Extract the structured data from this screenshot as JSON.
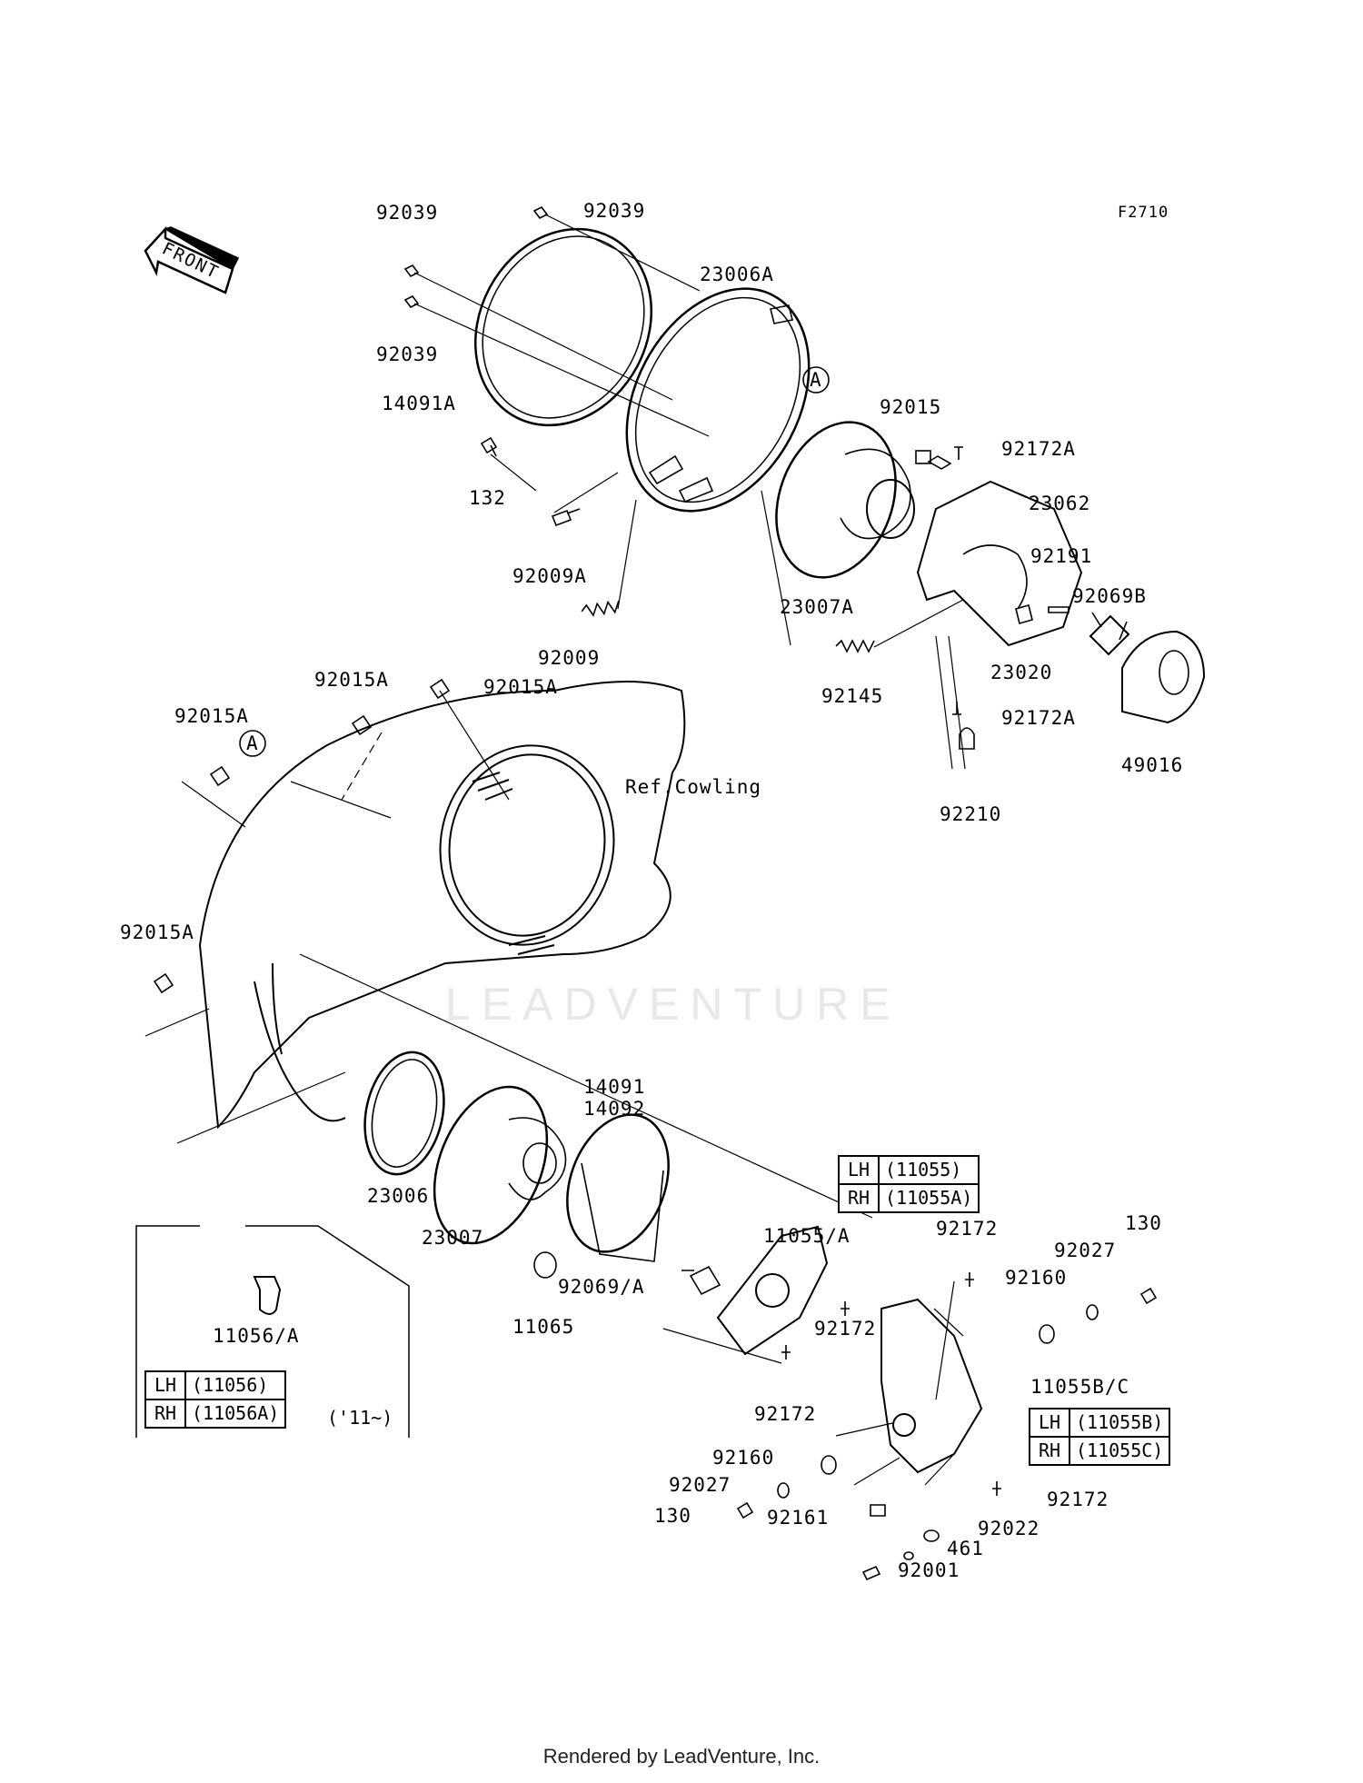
{
  "figure": {
    "code": "F2710",
    "front_label": "FRONT",
    "ref_cowling": "Ref.Cowling",
    "circle_marker": "A",
    "watermark": "LEADVENTURE",
    "footer": "Rendered by LeadVenture, Inc."
  },
  "labels": {
    "p92039_a": "92039",
    "p92039_b": "92039",
    "p92039_c": "92039",
    "p23006A": "23006A",
    "p14091A": "14091A",
    "p132": "132",
    "p92009A": "92009A",
    "p92009": "92009",
    "p92015": "92015",
    "p92172A_a": "92172A",
    "p23062": "23062",
    "p92191": "92191",
    "p92069B": "92069B",
    "p23007A": "23007A",
    "p23020": "23020",
    "p92145": "92145",
    "p92172A_b": "92172A",
    "p49016": "49016",
    "p92210": "92210",
    "p92015A_a": "92015A",
    "p92015A_b": "92015A",
    "p92015A_c": "92015A",
    "p92015A_d": "92015A",
    "p14091": "14091",
    "p14092": "14092",
    "p23006": "23006",
    "p23007": "23007",
    "p11065": "11065",
    "p92069A": "92069/A",
    "p11055A": "11055/A",
    "p92172_a": "92172",
    "p92172_b": "92172",
    "p92172_c": "92172",
    "p92172_d": "92172",
    "p130_a": "130",
    "p130_b": "130",
    "p92027_a": "92027",
    "p92027_b": "92027",
    "p92160_a": "92160",
    "p92160_b": "92160",
    "p11055BC": "11055B/C",
    "p92161": "92161",
    "p92022": "92022",
    "p461": "461",
    "p92001": "92001",
    "p11056A": "11056/A"
  },
  "tables": {
    "t11055": {
      "lh_side": "LH",
      "lh_part": "(11055)",
      "rh_side": "RH",
      "rh_part": "(11055A)"
    },
    "t11055bc": {
      "lh_side": "LH",
      "lh_part": "(11055B)",
      "rh_side": "RH",
      "rh_part": "(11055C)"
    },
    "t11056": {
      "lh_side": "LH",
      "lh_part": "(11056)",
      "rh_side": "RH",
      "rh_part": "(11056A)"
    }
  },
  "inset_note": "('11~)"
}
